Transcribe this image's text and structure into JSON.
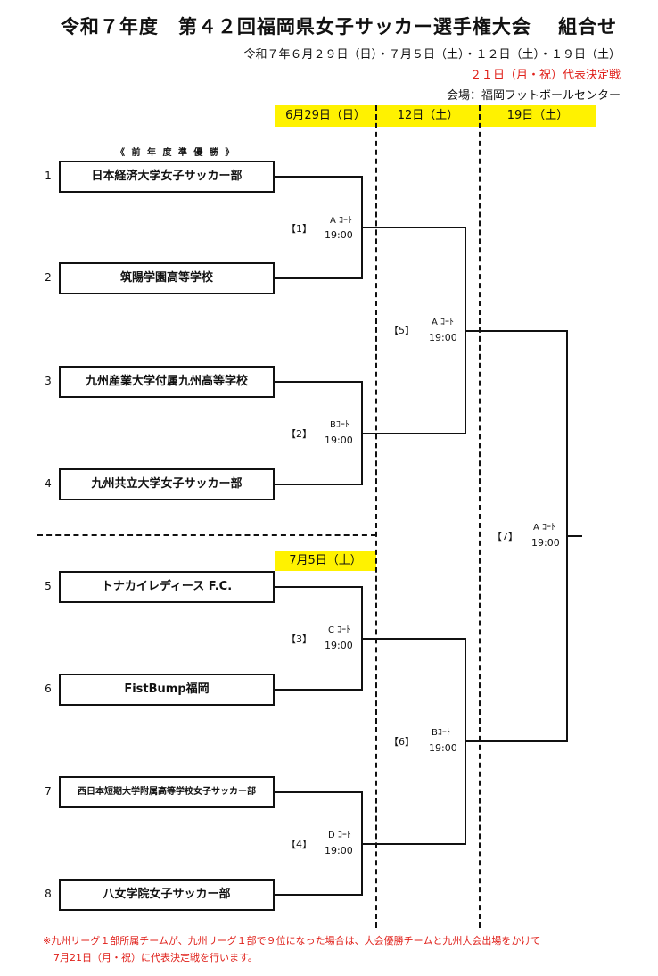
{
  "header": {
    "title": "令和７年度　第４２回福岡県女子サッカー選手権大会　 組合せ",
    "dates": "令和７年６月２９日（日）・７月５日（土）・１２日（土）・１９日（土）",
    "rep_day": "２１日（月・祝）代表決定戦",
    "venue": "会場：福岡フットボールセンター"
  },
  "day_headers": [
    "6月29日（日）",
    "12日（土）",
    "19日（土）"
  ],
  "day_header_2": "7月5日（土）",
  "prev_label": "《 前 年 度 準 優 勝 》",
  "teams": [
    {
      "seed": "1",
      "name": "日本経済大学女子サッカー部"
    },
    {
      "seed": "2",
      "name": "筑陽学園高等学校"
    },
    {
      "seed": "3",
      "name": "九州産業大学付属九州高等学校"
    },
    {
      "seed": "4",
      "name": "九州共立大学女子サッカー部"
    },
    {
      "seed": "5",
      "name": "トナカイレディース F.C."
    },
    {
      "seed": "6",
      "name": "FistBump福岡"
    },
    {
      "seed": "7",
      "name": "西日本短期大学附属高等学校女子サッカー部"
    },
    {
      "seed": "8",
      "name": "八女学院女子サッカー部"
    }
  ],
  "matches": [
    {
      "num": "【1】",
      "court": "A ｺｰﾄ",
      "time": "19:00"
    },
    {
      "num": "【2】",
      "court": "Bｺｰﾄ",
      "time": "19:00"
    },
    {
      "num": "【3】",
      "court": "C ｺｰﾄ",
      "time": "19:00"
    },
    {
      "num": "【4】",
      "court": "D ｺｰﾄ",
      "time": "19:00"
    },
    {
      "num": "【5】",
      "court": "A ｺｰﾄ",
      "time": "19:00"
    },
    {
      "num": "【6】",
      "court": "Bｺｰﾄ",
      "time": "19:00"
    },
    {
      "num": "【7】",
      "court": "A ｺｰﾄ",
      "time": "19:00"
    }
  ],
  "notes": [
    "※九州リーグ１部所属チームが、九州リーグ１部で９位になった場合は、大会優勝チームと九州大会出場をかけて",
    "7月21日（月・祝）に代表決定戦を行います。"
  ],
  "colors": {
    "highlight": "#fff200",
    "note_red": "#e0201a"
  }
}
